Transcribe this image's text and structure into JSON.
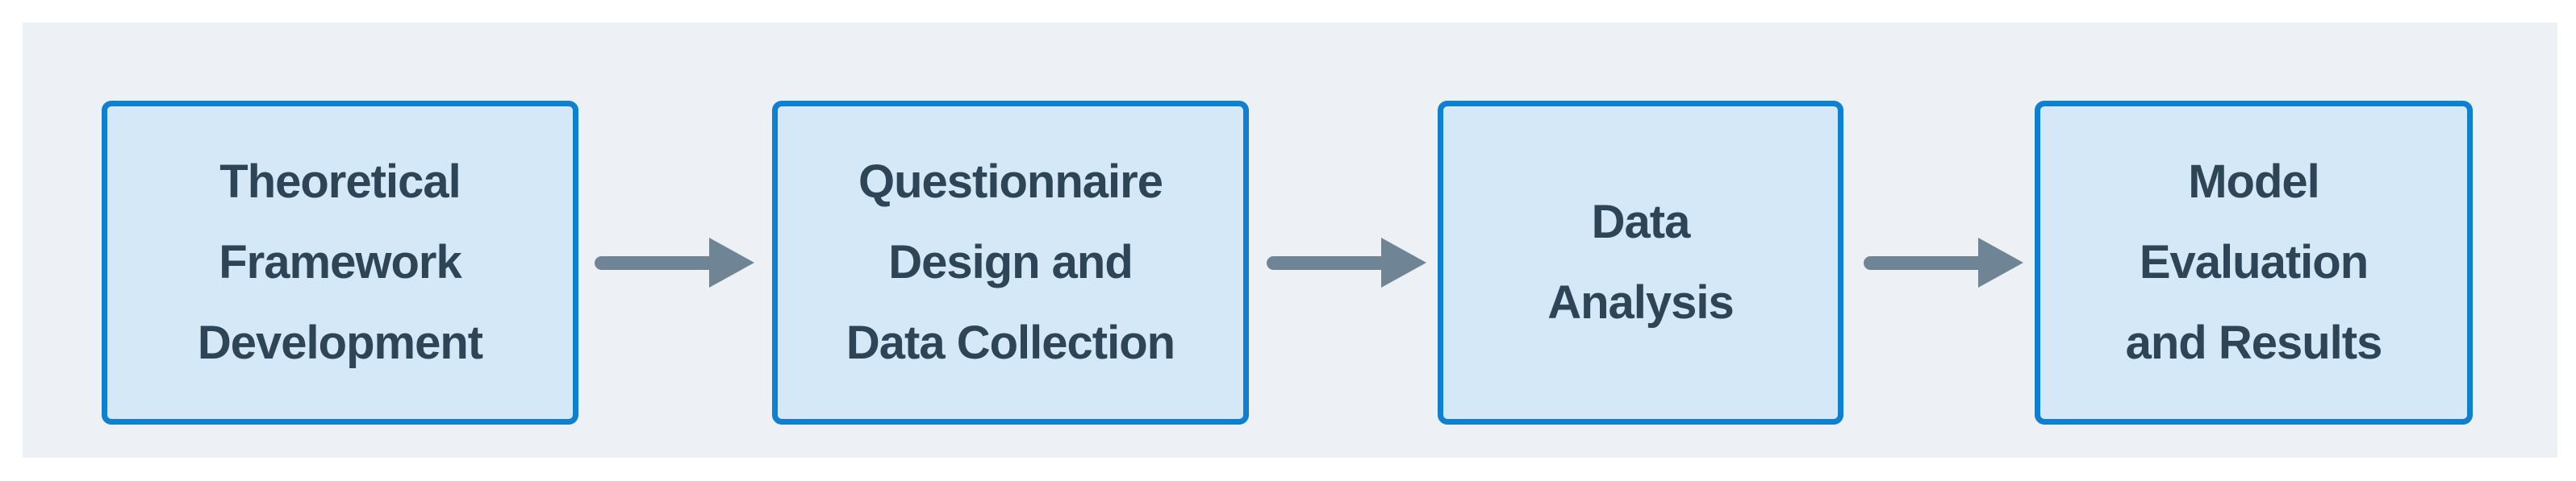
{
  "diagram": {
    "type": "flowchart",
    "direction": "left-to-right",
    "steps": [
      {
        "id": "theoretical-framework-development",
        "label": "Theoretical\nFramework\nDevelopment"
      },
      {
        "id": "questionnaire-design-and-data-collection",
        "label": "Questionnaire\nDesign and\nData Collection"
      },
      {
        "id": "data-analysis",
        "label": "Data\nAnalysis"
      },
      {
        "id": "model-evaluation-and-results",
        "label": "Model\nEvaluation\nand Results"
      }
    ],
    "connectors": [
      {
        "from": 0,
        "to": 1,
        "icon": "arrow-right-icon"
      },
      {
        "from": 1,
        "to": 2,
        "icon": "arrow-right-icon"
      },
      {
        "from": 2,
        "to": 3,
        "icon": "arrow-right-icon"
      }
    ]
  },
  "colors": {
    "panel-bg": "#edf1f6",
    "box-fill": "#d5e8f7",
    "box-border": "#0e80d4",
    "text": "#2d4556",
    "arrow": "#6f8494"
  }
}
